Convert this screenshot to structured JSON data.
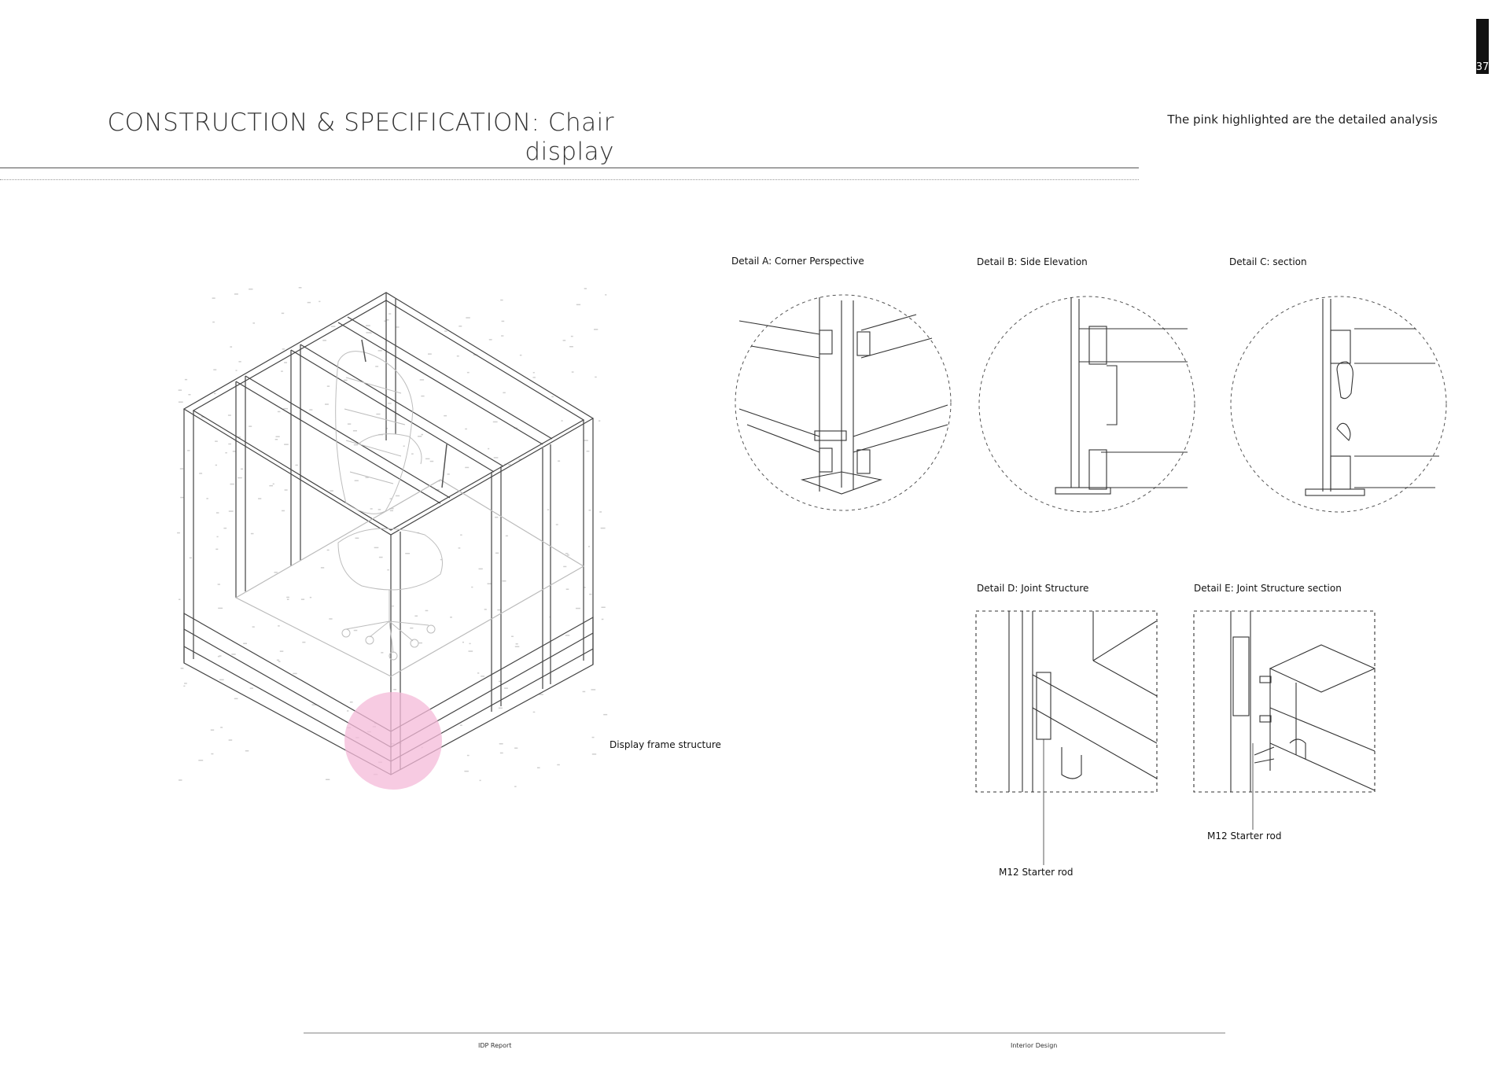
{
  "page": {
    "number": "37"
  },
  "header": {
    "title_line1": "CONSTRUCTION & SPECIFICATION: Chair",
    "title_line2": "display",
    "note": "The pink highlighted are the detailed analysis"
  },
  "main_drawing": {
    "caption": "Display frame  structure"
  },
  "details": [
    {
      "title": "Detail A: Corner Perspective"
    },
    {
      "title": "Detail B: Side Elevation"
    },
    {
      "title": "Detail C: section"
    },
    {
      "title": "Detail D: Joint Structure",
      "callout": "M12 Starter rod"
    },
    {
      "title": "Detail E: Joint Structure section",
      "callout": "M12 Starter rod"
    }
  ],
  "footer": {
    "left": "IDP Report",
    "right": "Interior Design"
  },
  "colors": {
    "highlight": "#f4b9d8",
    "ink": "#222222"
  }
}
